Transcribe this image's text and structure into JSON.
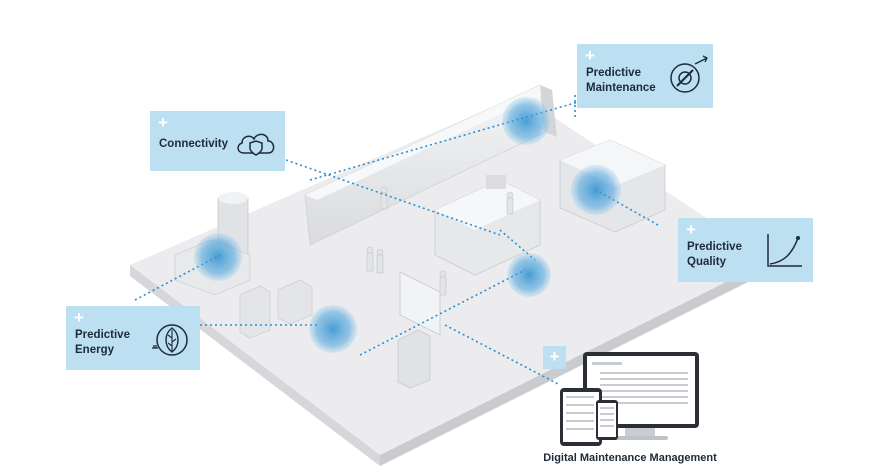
{
  "cards": {
    "connectivity": {
      "lines": [
        "Connectivity"
      ],
      "icon": "cloud-shield-icon"
    },
    "predictive_maintenance": {
      "lines": [
        "Predictive",
        "Maintenance"
      ],
      "icon": "gear-wrench-icon"
    },
    "predictive_quality": {
      "lines": [
        "Predictive",
        "Quality"
      ],
      "icon": "growth-curve-icon"
    },
    "predictive_energy": {
      "lines": [
        "Predictive",
        "Energy"
      ],
      "icon": "leaf-plug-icon"
    }
  },
  "plus_symbol": "+",
  "digital_maintenance": {
    "label": "Digital Maintenance Management",
    "icon": "devices-icon"
  },
  "colors": {
    "card": "#bcdff1",
    "accent": "#2a8fd0",
    "hotspot": "#4aa3dc",
    "floor": "#e9eaec"
  }
}
